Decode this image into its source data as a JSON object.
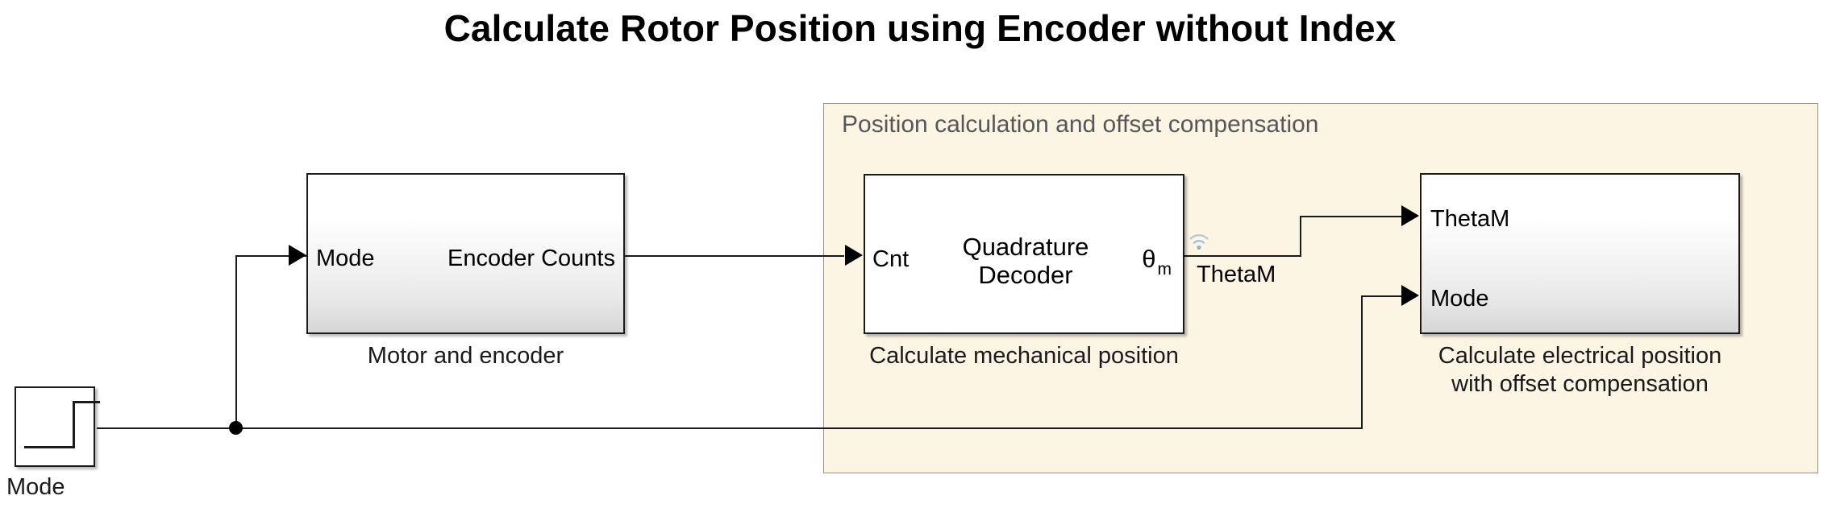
{
  "title": "Calculate Rotor Position using Encoder without Index",
  "colors": {
    "region_fill": "#fdf5e4",
    "region_border": "#9a9286",
    "block_border": "#1a1a1a",
    "wire": "#1a1a1a",
    "region_label_text": "#575757",
    "wireless_icon": "#9cbcd8"
  },
  "region": {
    "label": "Position calculation and offset compensation"
  },
  "blocks": {
    "motor_encoder": {
      "input_port": "Mode",
      "output_port": "Encoder Counts",
      "caption": "Motor and encoder"
    },
    "quadrature_decoder": {
      "input_port": "Cnt",
      "body_label": "Quadrature\nDecoder",
      "output_port_theta": "θ",
      "output_port_subscript": "m",
      "caption": "Calculate mechanical position"
    },
    "electrical_position": {
      "input_port_1": "ThetaM",
      "input_port_2": "Mode",
      "caption": "Calculate electrical position\nwith offset compensation"
    },
    "step_source": {
      "caption": "Mode",
      "icon": "step-waveform-icon"
    }
  },
  "signals": {
    "theta_m_label": "ThetaM"
  },
  "icons": {
    "wireless": "wireless-broadcast-icon"
  }
}
